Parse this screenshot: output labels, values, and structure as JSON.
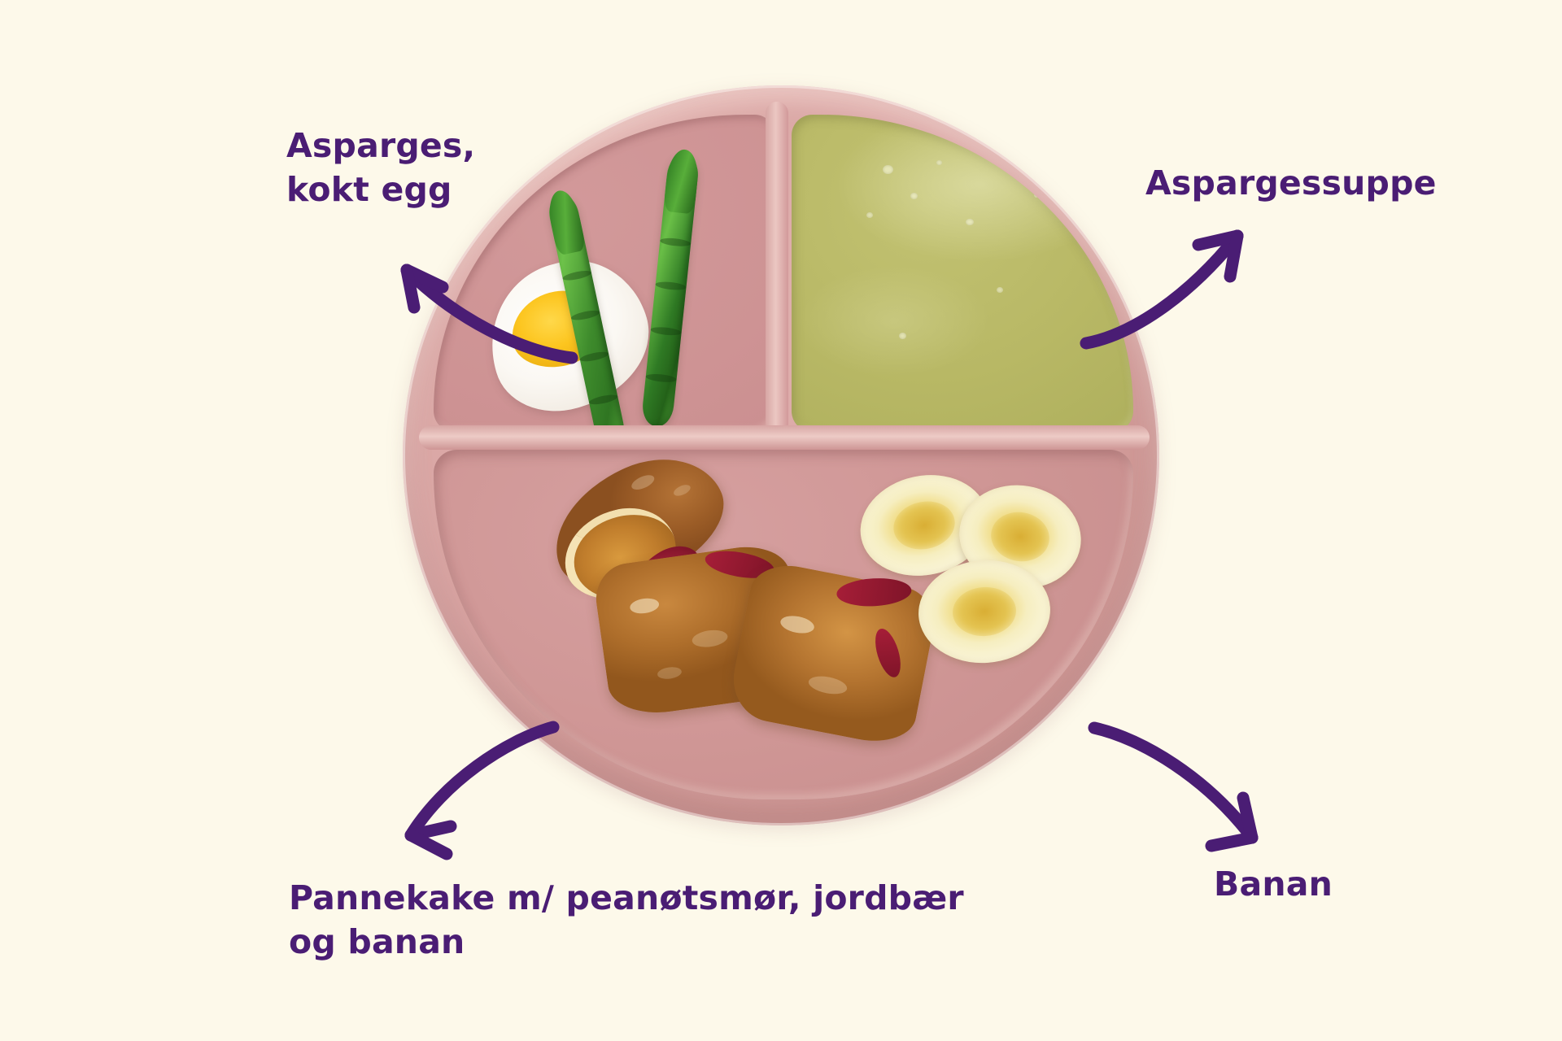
{
  "page": {
    "background_color": "#FDF9EA",
    "accent_color": "#4A1D74",
    "language": "no",
    "subject": "Barnetallerken med aspargesmåltid"
  },
  "labels": {
    "asparges_egg": "Asparges,\nkokt egg",
    "aspargessuppe": "Aspargessuppe",
    "pannekake": "Pannekake m/ peanøtsmør, jordbær\nog banan",
    "banan": "Banan"
  },
  "annotations": [
    {
      "name": "arrow-to-asparagus-egg",
      "label_key": "asparges_egg",
      "direction": "up-left",
      "color": "#4A1D74"
    },
    {
      "name": "arrow-to-soup",
      "label_key": "aspargessuppe",
      "direction": "up-right",
      "color": "#4A1D74"
    },
    {
      "name": "arrow-to-pancake",
      "label_key": "pannekake",
      "direction": "down-left",
      "color": "#4A1D74"
    },
    {
      "name": "arrow-to-banana",
      "label_key": "banan",
      "direction": "down-right",
      "color": "#4A1D74"
    }
  ],
  "plate": {
    "name": "divided-silicone-plate",
    "color": "#D8A3A2",
    "shape": "circular",
    "compartments": [
      {
        "name": "top-left-compartment",
        "contents": "Asparges, kokt egg",
        "color": "#CE9394"
      },
      {
        "name": "top-right-compartment",
        "contents": "Aspargessuppe",
        "color": "#B4B662"
      },
      {
        "name": "bottom-compartment",
        "contents": "Pannekake m/ peanøtsmør, jordbær og banan",
        "color": "#CF9695"
      }
    ]
  },
  "food_items": {
    "boiled_egg": {
      "name": "boiled-egg-half",
      "white_color": "#FBF8F3",
      "yolk_color": "#FCC51F"
    },
    "asparagus": {
      "name": "asparagus-spears",
      "count": 2,
      "color": "#3E8B2C"
    },
    "soup": {
      "name": "asparagus-soup",
      "color": "#B8B865"
    },
    "pancake_roll": {
      "name": "pancake-roll",
      "color": "#A86730",
      "filling": "peanøtsmør og jordbærsyltetøy"
    },
    "pancake_pieces": {
      "name": "pancake-pieces",
      "count": 2,
      "color": "#AE6E2B"
    },
    "banana_slices": {
      "name": "banana-slices",
      "count": 3,
      "color": "#F1E09A"
    }
  }
}
